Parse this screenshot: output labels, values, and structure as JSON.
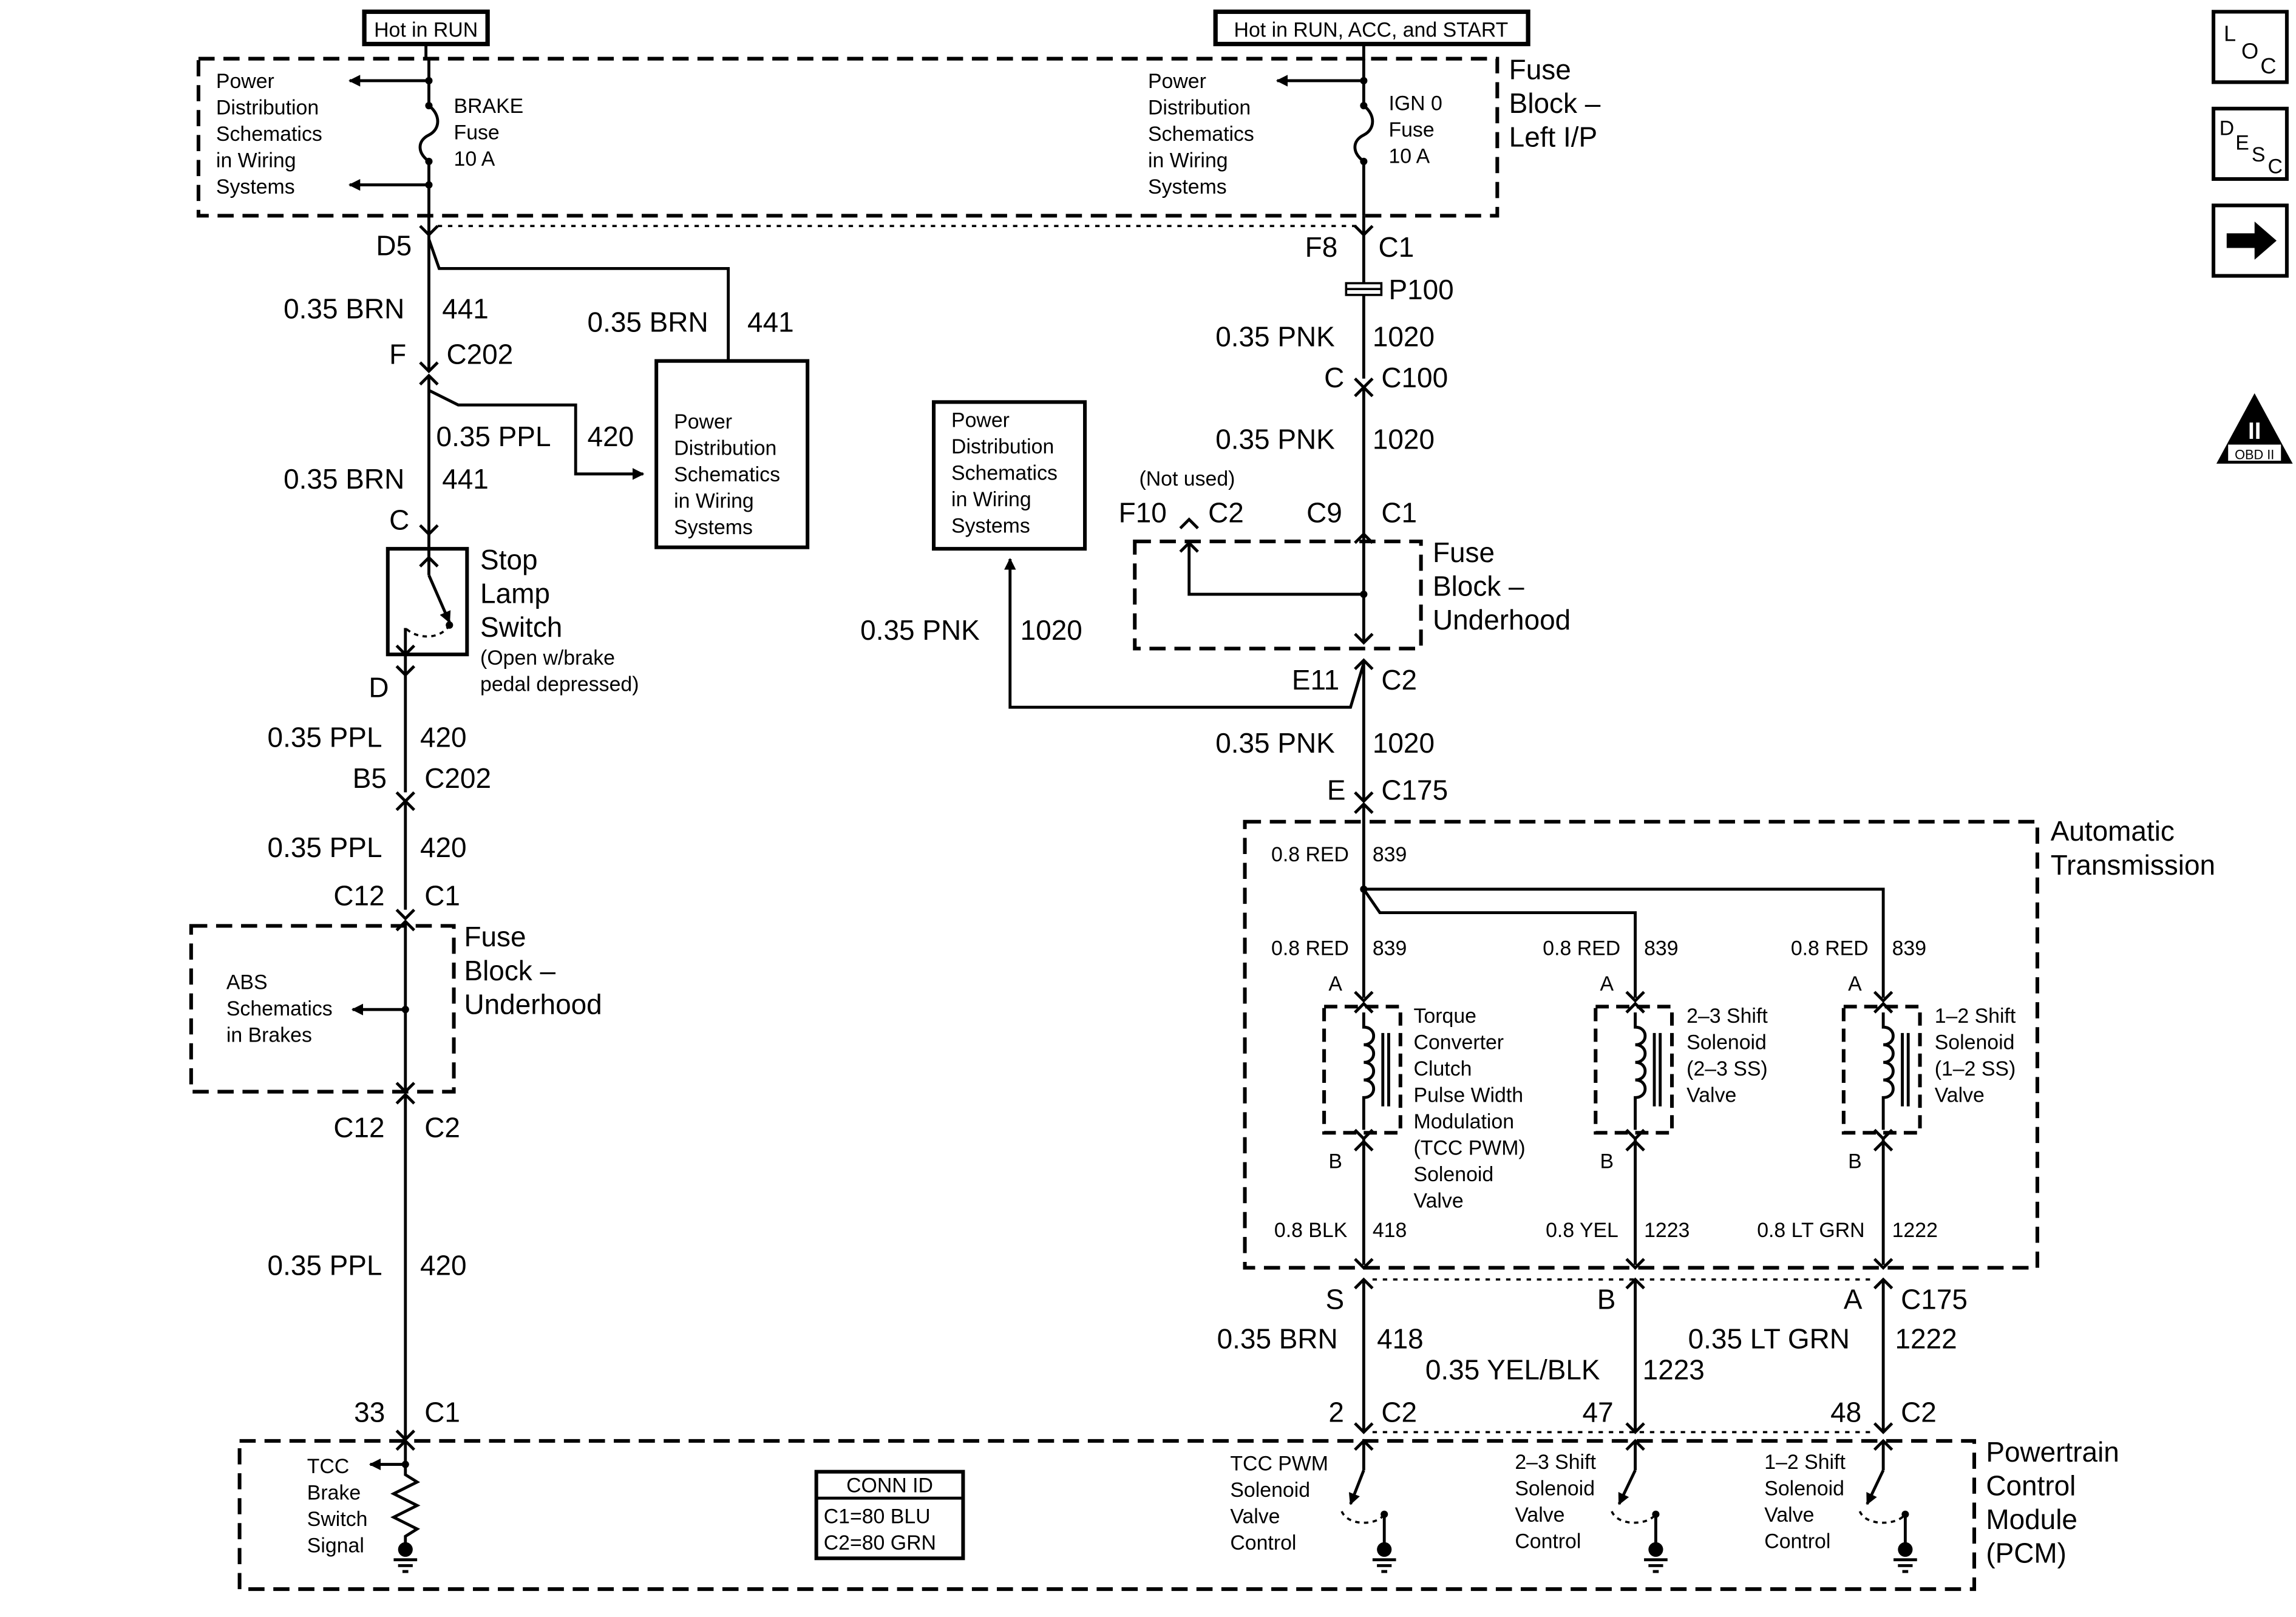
{
  "top_labels": {
    "hot_run": "Hot in RUN",
    "hot_all": "Hot in RUN, ACC, and START"
  },
  "side_icons": {
    "loc": {
      "name": "location-icon",
      "big": "L",
      "mid": "O",
      "sub": "C"
    },
    "desc": {
      "name": "description-icon",
      "big": "D",
      "mid": "E",
      "sub": "S",
      "sub2": "C"
    },
    "next": {
      "name": "next-arrow-icon"
    },
    "obd": {
      "name": "obd-ii-icon",
      "line1": "II",
      "line2": "OBD II"
    }
  },
  "fuse_block_ip": {
    "title": [
      "Fuse",
      "Block –",
      "Left I/P"
    ],
    "left_power_dist": [
      "Power",
      "Distribution",
      "Schematics",
      "in Wiring",
      "Systems"
    ],
    "right_power_dist": [
      "Power",
      "Distribution",
      "Schematics",
      "in Wiring",
      "Systems"
    ],
    "brake_fuse": [
      "BRAKE",
      "Fuse",
      "10 A"
    ],
    "ign_fuse": [
      "IGN 0",
      "Fuse",
      "10 A"
    ]
  },
  "left_circuit": {
    "d5": "D5",
    "wire1": "0.35 BRN",
    "c441a": "441",
    "wire_branch": "0.35 BRN",
    "c441b": "441",
    "f": "F",
    "c202a": "C202",
    "wire_ppl": "0.35 PPL",
    "c420a": "420",
    "wire2": "0.35 BRN",
    "c441c": "441",
    "c": "C",
    "pd_box": [
      "Power",
      "Distribution",
      "Schematics",
      "in Wiring",
      "Systems"
    ],
    "stop_lamp": [
      "Stop",
      "Lamp",
      "Switch"
    ],
    "stop_note": [
      "(Open w/brake",
      "pedal depressed)"
    ],
    "d": "D",
    "wire3": "0.35 PPL",
    "c420b": "420",
    "b5": "B5",
    "c202b": "C202",
    "wire4": "0.35 PPL",
    "c420c": "420",
    "c12a": "C12",
    "c1a": "C1",
    "fuse_block_uh": [
      "Fuse",
      "Block –",
      "Underhood"
    ],
    "abs": [
      "ABS",
      "Schematics",
      "in Brakes"
    ],
    "c12b": "C12",
    "c2a": "C2",
    "wire5": "0.35 PPL",
    "c420d": "420",
    "p33": "33",
    "c1b": "C1"
  },
  "right_circuit": {
    "f8": "F8",
    "c1a": "C1",
    "p100": "P100",
    "wire1": "0.35 PNK",
    "c1020a": "1020",
    "c": "C",
    "c100": "C100",
    "wire2": "0.35 PNK",
    "c1020b": "1020",
    "not_used": "(Not used)",
    "f10": "F10",
    "c2a": "C2",
    "c9": "C9",
    "c1b": "C1",
    "fuse_block_uh": [
      "Fuse",
      "Block –",
      "Underhood"
    ],
    "pd_box": [
      "Power",
      "Distribution",
      "Schematics",
      "in Wiring",
      "Systems"
    ],
    "wire_pd": "0.35 PNK",
    "c1020pd": "1020",
    "e11": "E11",
    "c2b": "C2",
    "wire3": "0.35 PNK",
    "c1020c": "1020",
    "e": "E",
    "c175": "C175"
  },
  "transmission": {
    "title": [
      "Automatic",
      "Transmission"
    ],
    "main_red": "0.8 RED",
    "main_839": "839",
    "sol1": {
      "red": "0.8 RED",
      "num": "839",
      "a": "A",
      "b": "B",
      "label": [
        "Torque",
        "Converter",
        "Clutch",
        "Pulse Width",
        "Modulation",
        "(TCC PWM)",
        "Solenoid",
        "Valve"
      ],
      "out": "0.8 BLK",
      "out_num": "418"
    },
    "sol2": {
      "red": "0.8 RED",
      "num": "839",
      "a": "A",
      "b": "B",
      "label": [
        "2–3 Shift",
        "Solenoid",
        "(2–3 SS)",
        "Valve"
      ],
      "out": "0.8 YEL",
      "out_num": "1223"
    },
    "sol3": {
      "red": "0.8 RED",
      "num": "839",
      "a": "A",
      "b": "B",
      "label": [
        "1–2 Shift",
        "Solenoid",
        "(1–2 SS)",
        "Valve"
      ],
      "out": "0.8 LT GRN",
      "out_num": "1222"
    }
  },
  "bottom": {
    "s": "S",
    "b": "B",
    "a": "A",
    "c175": "C175",
    "w_brn": "0.35 BRN",
    "n418": "418",
    "w_yel": "0.35 YEL/BLK",
    "n1223": "1223",
    "w_grn": "0.35 LT GRN",
    "n1222": "1222",
    "p2": "2",
    "c2a": "C2",
    "p47": "47",
    "p48": "48",
    "c2b": "C2"
  },
  "pcm": {
    "title": [
      "Powertrain",
      "Control",
      "Module",
      "(PCM)"
    ],
    "tcc_brake": [
      "TCC",
      "Brake",
      "Switch",
      "Signal"
    ],
    "conn_title": "CONN ID",
    "conn_c1": "C1=80 BLU",
    "conn_c2": "C2=80 GRN",
    "tcc_pwm": [
      "TCC PWM",
      "Solenoid",
      "Valve",
      "Control"
    ],
    "shift23": [
      "2–3 Shift",
      "Solenoid",
      "Valve",
      "Control"
    ],
    "shift12": [
      "1–2 Shift",
      "Solenoid",
      "Valve",
      "Control"
    ]
  }
}
